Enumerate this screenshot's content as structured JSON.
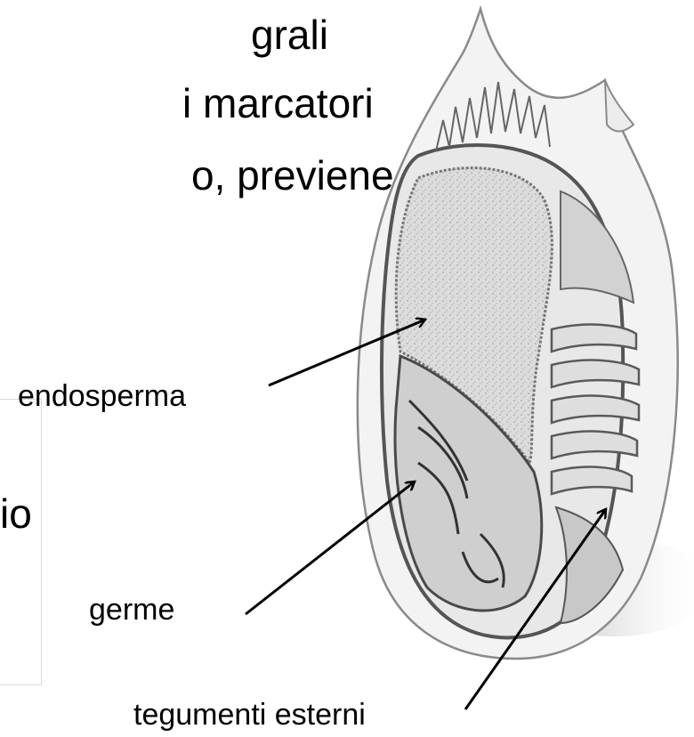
{
  "slide": {
    "fragments": [
      "grali",
      "i marcatori",
      "o, previene",
      "io"
    ]
  },
  "diagram": {
    "labels": {
      "endosperm": "endosperma",
      "germ": "germe",
      "outer_layers": "tegumenti esterni"
    }
  },
  "colors": {
    "text": "#000000",
    "seed_fill": "#f2f2f2",
    "seed_stroke": "#6e6e6e",
    "endosperm_fill": "#d9d9d9",
    "germ_fill": "#bdbdbd"
  }
}
